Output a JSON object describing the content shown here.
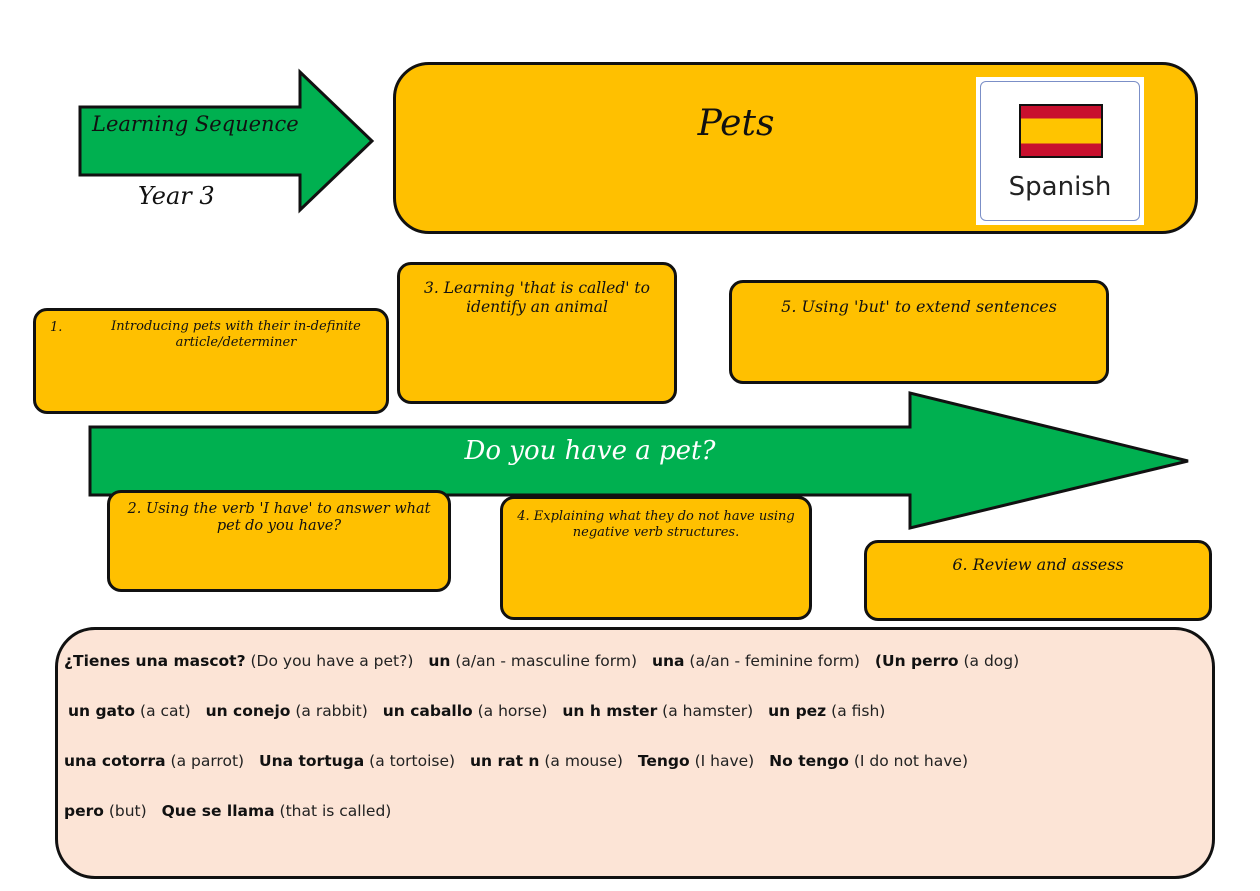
{
  "header": {
    "sequence_label": "Learning Sequence",
    "year_label": "Year 3",
    "title": "Pets",
    "language_card": {
      "language": "Spanish",
      "flag_icon": "spain-flag-icon"
    }
  },
  "colors": {
    "arrow_green": "#00b050",
    "box_amber": "#ffc000",
    "vocab_bg": "#fce4d6",
    "flag_red": "#c8102e",
    "flag_yellow": "#ffc400"
  },
  "main_arrow": {
    "label": "Do you have a pet?"
  },
  "steps": [
    {
      "num": "1.",
      "text": "Introducing pets with their in-definite article/determiner"
    },
    {
      "num": "2.",
      "text": "Using the verb 'I have' to answer what pet do you have?"
    },
    {
      "num": "3.",
      "text": "Learning 'that is called' to identify an animal"
    },
    {
      "num": "4.",
      "text": "Explaining what they do not have using negative verb structures."
    },
    {
      "num": "5.",
      "text": "Using 'but' to extend sentences"
    },
    {
      "num": "6.",
      "text": "Review and assess"
    }
  ],
  "vocabulary": {
    "lines": [
      [
        {
          "term": "¿Tienes una mascot?",
          "gloss": "(Do you have a pet?)"
        },
        {
          "term": "un",
          "gloss": "(a/an - masculine form)"
        },
        {
          "term": "una",
          "gloss": "(a/an - feminine form)"
        },
        {
          "term": "(Un perro",
          "gloss": "(a dog)"
        }
      ],
      [
        {
          "term": "un gato",
          "gloss": "(a cat)"
        },
        {
          "term": "un conejo",
          "gloss": "(a rabbit)"
        },
        {
          "term": "un caballo",
          "gloss": "(a horse)"
        },
        {
          "term": "un h mster",
          "gloss": "(a hamster)"
        },
        {
          "term": "un pez",
          "gloss": "(a fish)"
        }
      ],
      [
        {
          "term": "una cotorra",
          "gloss": "(a parrot)"
        },
        {
          "term": "Una tortuga",
          "gloss": "(a tortoise)"
        },
        {
          "term": "un rat n",
          "gloss": "(a mouse)"
        },
        {
          "term": "Tengo",
          "gloss": "(I have)"
        },
        {
          "term": "No tengo",
          "gloss": "(I do not have)"
        }
      ],
      [
        {
          "term": "pero",
          "gloss": "(but)"
        },
        {
          "term": "Que se llama",
          "gloss": "(that is called)"
        }
      ]
    ]
  }
}
